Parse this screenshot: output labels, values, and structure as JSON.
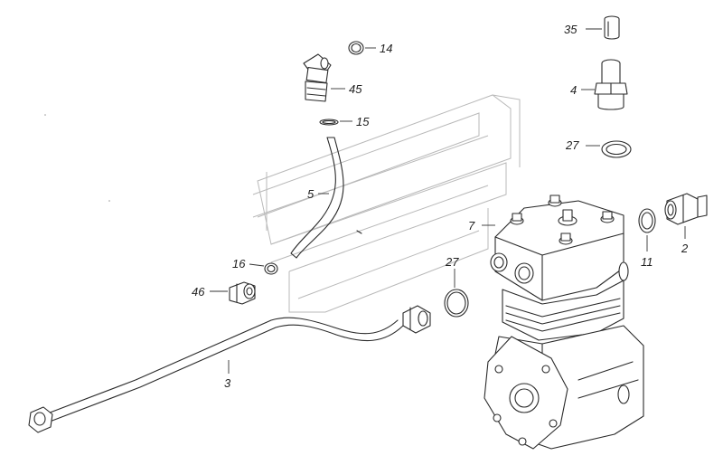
{
  "callouts": {
    "c14": "14",
    "c45": "45",
    "c15": "15",
    "c5": "5",
    "c16": "16",
    "c46": "46",
    "c3": "3",
    "c27a": "27",
    "c7": "7",
    "c35": "35",
    "c4": "4",
    "c27b": "27",
    "c11": "11",
    "c2": "2"
  }
}
